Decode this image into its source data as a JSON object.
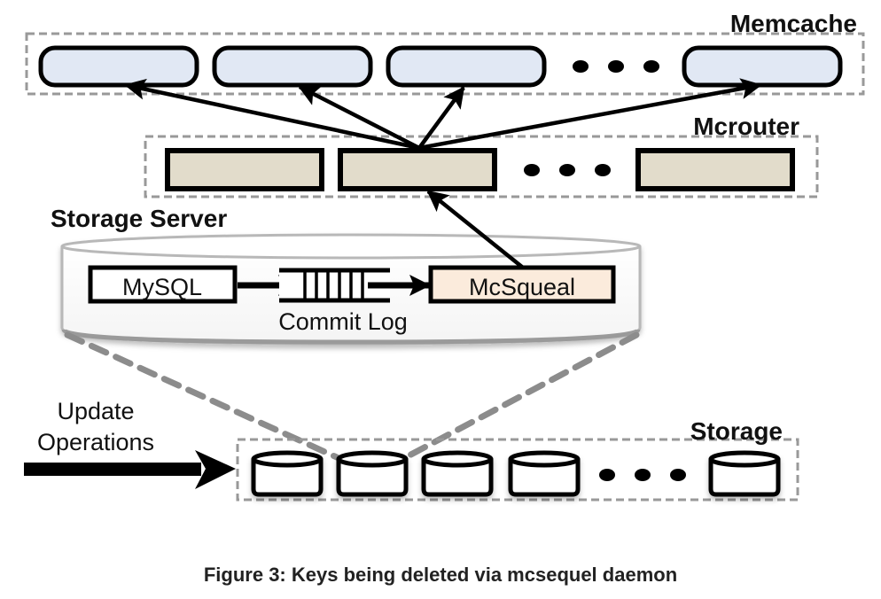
{
  "figure": {
    "caption": "Figure 3: Keys being deleted via mcsequel daemon"
  },
  "groups": {
    "memcache": {
      "label": "Memcache",
      "node_count_shown": 4,
      "ellipsis": true
    },
    "mcrouter": {
      "label": "Mcrouter",
      "node_count_shown": 3,
      "ellipsis": true
    },
    "storage_server": {
      "label": "Storage Server"
    },
    "storage": {
      "label": "Storage",
      "disk_count_shown": 5,
      "ellipsis": true
    }
  },
  "components": {
    "mysql": "MySQL",
    "commit_log": "Commit Log",
    "mcsqueal": "McSqueal",
    "update_operations_line1": "Update",
    "update_operations_line2": "Operations"
  },
  "edges": [
    {
      "from": "update-operations",
      "to": "storage"
    },
    {
      "from": "mysql",
      "to": "commit-log"
    },
    {
      "from": "commit-log",
      "to": "mcsqueal"
    },
    {
      "from": "mcsqueal",
      "to": "mcrouter-2"
    },
    {
      "from": "mcrouter-2",
      "to": "memcache-1"
    },
    {
      "from": "mcrouter-2",
      "to": "memcache-2"
    },
    {
      "from": "mcrouter-2",
      "to": "memcache-3"
    },
    {
      "from": "mcrouter-2",
      "to": "memcache-n"
    }
  ],
  "colors": {
    "memcache_fill": "#e1e8f4",
    "mcrouter_fill": "#e2dccb",
    "mcsqueal_fill": "#fbebdc",
    "dashed_border": "#999999",
    "stroke": "#000000"
  }
}
